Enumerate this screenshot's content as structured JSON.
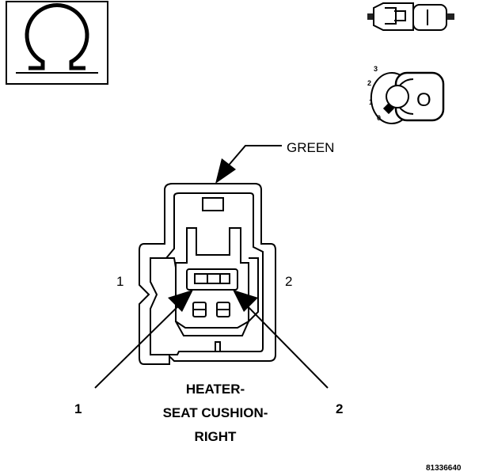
{
  "diagram": {
    "wire_color_label": "GREEN",
    "cavity_labels": {
      "left": "1",
      "right": "2"
    },
    "callouts": {
      "left": "1",
      "right": "2"
    },
    "connector_name": [
      "HEATER-",
      "SEAT CUSHION-",
      "RIGHT"
    ],
    "key_positions": [
      "3",
      "2",
      "1",
      "0"
    ],
    "key_glyph": "O",
    "figure_number": "81336640",
    "icons": [
      "ohm-symbol-icon",
      "connector-pin-icon",
      "key-position-icon"
    ]
  }
}
